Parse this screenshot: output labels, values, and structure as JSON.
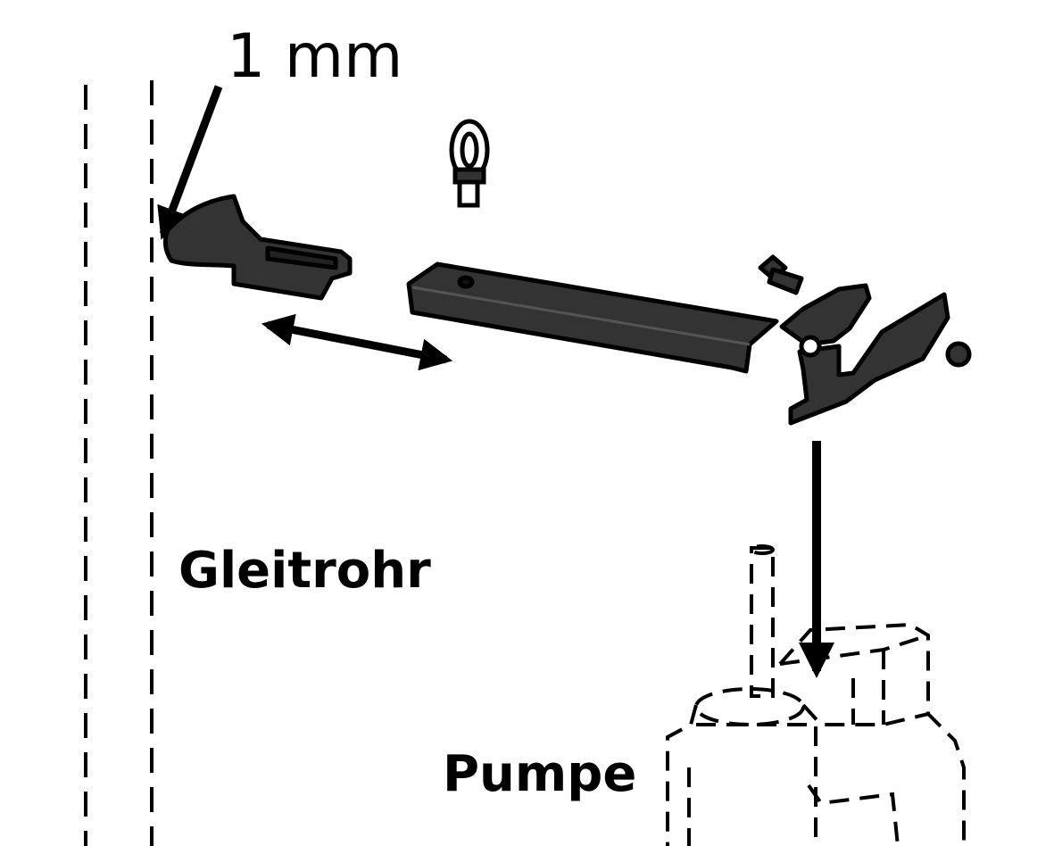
{
  "labels": {
    "gap": "1 mm",
    "slide_tube": "Gleitrohr",
    "pump": "Pumpe"
  },
  "colors": {
    "ink": "#000000",
    "part_fill": "#333333",
    "background": "#ffffff"
  }
}
